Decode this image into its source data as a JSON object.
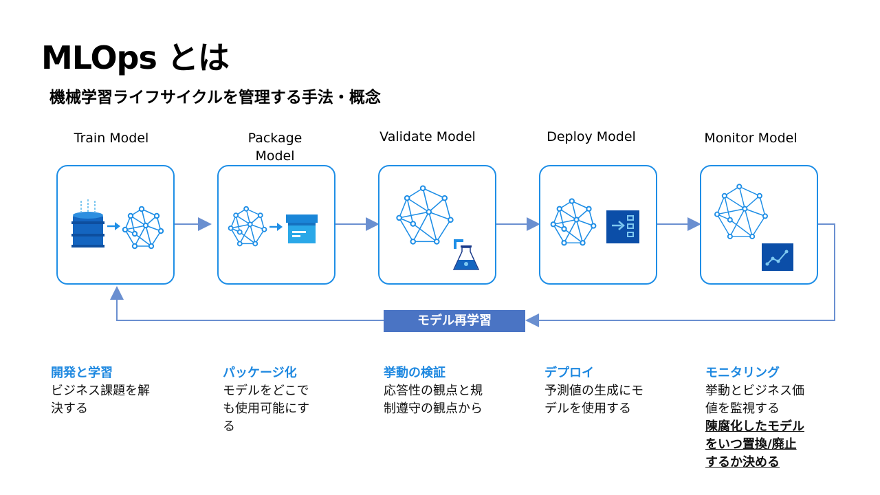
{
  "header": {
    "title": "MLOps とは",
    "subtitle": "機械学習ライフサイクルを管理する手法・概念"
  },
  "stages": [
    {
      "label": "Train Model"
    },
    {
      "label": "Package\nModel"
    },
    {
      "label": "Validate Model"
    },
    {
      "label": "Deploy Model"
    },
    {
      "label": "Monitor Model"
    }
  ],
  "retrain_label": "モデル再学習",
  "descriptions": [
    {
      "heading": "開発と学習",
      "body": "ビジネス課題を解\n決する"
    },
    {
      "heading": "パッケージ化",
      "body": "モデルをどこで\nも使用可能にす\nる"
    },
    {
      "heading": "挙動の検証",
      "body": "応答性の観点と規\n制遵守の観点から"
    },
    {
      "heading": "デプロイ",
      "body": "予測値の生成にモ\nデルを使用する"
    },
    {
      "heading": "モニタリング",
      "body": "挙動とビジネス価\n値を監視する",
      "emphasis": "陳腐化したモデル\nをいつ置換/廃止\nするか決める"
    }
  ],
  "colors": {
    "accent": "#1e8ee6",
    "flow_line": "#6a8fd0",
    "retrain_badge": "#4a74c4",
    "heading_blue": "#1e88e0"
  },
  "icons": [
    "database-icon",
    "neural-network-icon",
    "package-box-icon",
    "lab-flask-icon",
    "deploy-icon",
    "monitor-chart-icon"
  ]
}
